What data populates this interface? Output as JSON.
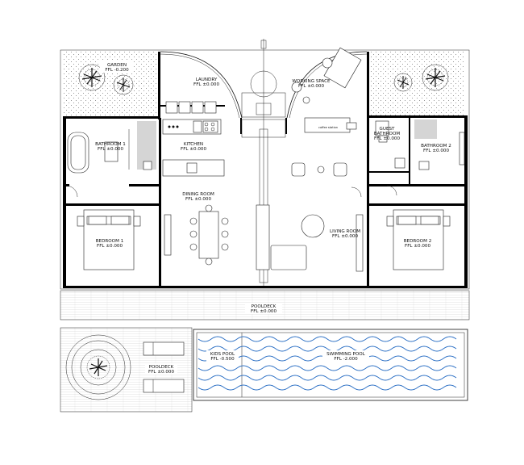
{
  "rooms": {
    "garden": {
      "name": "GARDEN",
      "level": "FFL -0.200"
    },
    "laundry": {
      "name": "LAUNDRY",
      "level": "FFL ±0.000"
    },
    "working_space": {
      "name": "WORKING SPACE",
      "level": "FFL ±0.000"
    },
    "bathroom1": {
      "name": "BATHROOM 1",
      "level": "FFL ±0.000"
    },
    "kitchen": {
      "name": "KITCHEN",
      "level": "FFL ±0.000"
    },
    "guest_bathroom": {
      "name": "GUEST",
      "name2": "BATHROOM",
      "level": "FFL ±0.000"
    },
    "bathroom2": {
      "name": "BATHROOM 2",
      "level": "FFL ±0.000"
    },
    "dining_room": {
      "name": "DINING ROOM",
      "level": "FFL ±0.000"
    },
    "bedroom1": {
      "name": "BEDROOM 1",
      "level": "FFL ±0.000"
    },
    "living_room": {
      "name": "LIVING ROOM",
      "level": "FFL ±0.000"
    },
    "bedroom2": {
      "name": "BEDROOM 2",
      "level": "FFL ±0.000"
    },
    "pooldeck_main": {
      "name": "POOLDECK",
      "level": "FFL ±0.000"
    },
    "pooldeck_side": {
      "name": "POOLDECK",
      "level": "FFL ±0.000"
    },
    "kids_pool": {
      "name": "KIDS POOL",
      "level": "FFL -0.500"
    },
    "swimming_pool": {
      "name": "SWIMMING POOL",
      "level": "FFL -2.000"
    }
  },
  "furniture_labels": {
    "coffee_station": "coffee station"
  }
}
